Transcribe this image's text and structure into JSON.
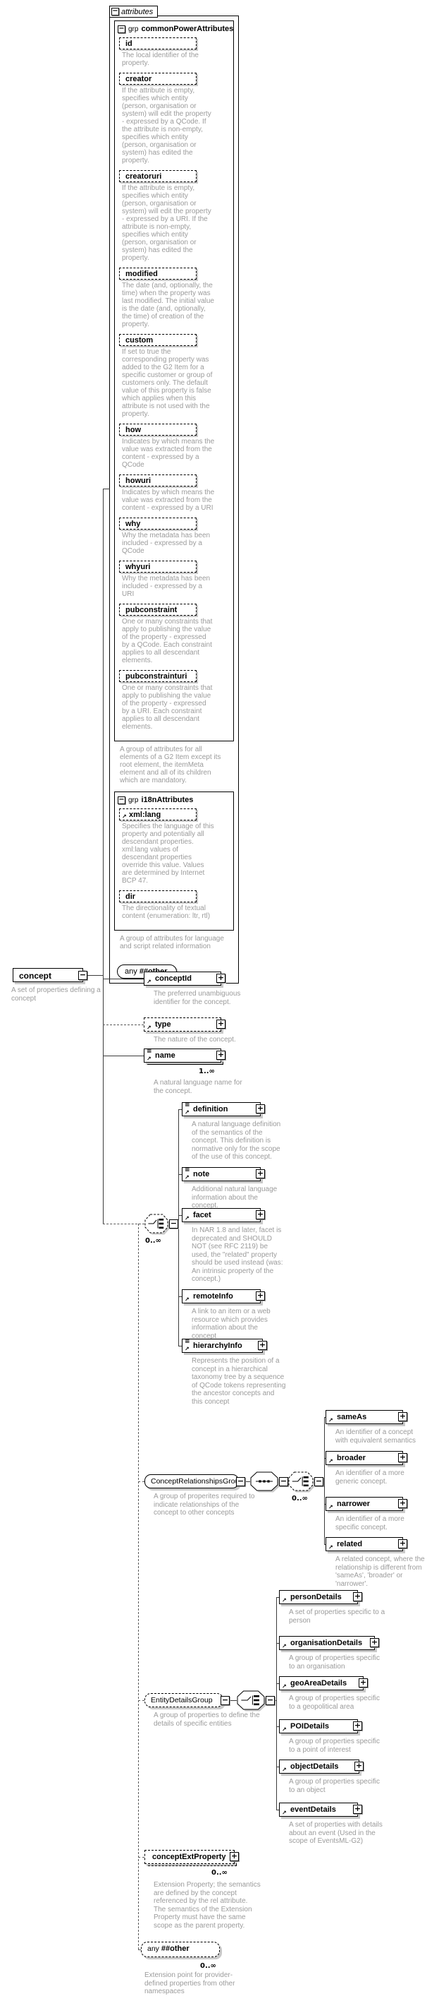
{
  "diagram": {
    "attributes_tab": "attributes",
    "grp_prefix": "grp",
    "any_prefix": "any",
    "any_other_top": "##other",
    "common_group": {
      "name": "commonPowerAttributes",
      "desc": "A group of attributes for all elements of a G2 Item except its root element, the itemMeta element and all of its children which are mandatory.",
      "attributes": [
        {
          "name": "id",
          "desc": "The local identifier of the property."
        },
        {
          "name": "creator",
          "desc": "If the attribute is empty, specifies which entity (person, organisation or system) will edit the property - expressed by a QCode. If the attribute is non-empty, specifies which entity (person, organisation or system) has edited the property."
        },
        {
          "name": "creatoruri",
          "desc": "If the attribute is empty, specifies which entity (person, organisation or system) will edit the property - expressed by a URI. If the attribute is non-empty, specifies which entity (person, organisation or system) has edited the property."
        },
        {
          "name": "modified",
          "desc": "The date (and, optionally, the time) when the property was last modified. The initial value is the date (and, optionally, the time) of creation of the property."
        },
        {
          "name": "custom",
          "desc": "If set to true the corresponding property was added to the G2 Item for a specific customer or group of customers only. The default value of this property is false which applies when this attribute is not used with the property."
        },
        {
          "name": "how",
          "desc": "Indicates by which means the value was extracted from the content - expressed by a QCode"
        },
        {
          "name": "howuri",
          "desc": "Indicates by which means the value was extracted from the content - expressed by a URI"
        },
        {
          "name": "why",
          "desc": "Why the metadata has been included - expressed by a QCode"
        },
        {
          "name": "whyuri",
          "desc": "Why the metadata has been included - expressed by a URI"
        },
        {
          "name": "pubconstraint",
          "desc": "One or many constraints that apply to publishing the value of the property - expressed by a QCode. Each constraint applies to all descendant elements."
        },
        {
          "name": "pubconstrainturi",
          "desc": "One or many constraints that apply to publishing the value of the property - expressed by a URI. Each constraint applies to all descendant elements."
        }
      ]
    },
    "i18n_group": {
      "name": "i18nAttributes",
      "desc": "A group of attributes for language and script related information",
      "attributes": [
        {
          "name": "xml:lang",
          "desc": "Specifies the language of this property and potentially all descendant properties. xml:lang values of descendant properties override this value. Values are determined by Internet BCP 47."
        },
        {
          "name": "dir",
          "desc": "The directionality of textual content (enumeration: ltr, rtl)"
        }
      ]
    },
    "root": {
      "label": "concept",
      "desc": "A set of properties defining a concept"
    },
    "compositors": {
      "choice1": {
        "card": "0..∞"
      },
      "crgChoice": {
        "card": "0..∞"
      }
    },
    "elements": {
      "conceptId": {
        "label": "conceptId",
        "desc": "The preferred unambiguous identifier for the concept."
      },
      "type": {
        "label": "type",
        "desc": "The nature of the concept."
      },
      "name": {
        "label": "name",
        "card": "1..∞",
        "desc": "A natural language name for the concept."
      },
      "definition": {
        "label": "definition",
        "desc": "A natural language definition of the semantics of the concept. This definition is normative only for the scope of the use of this concept."
      },
      "note": {
        "label": "note",
        "desc": "Additional natural language information about the concept."
      },
      "facet": {
        "label": "facet",
        "desc": "In NAR 1.8 and later, facet is deprecated and SHOULD NOT (see RFC 2119) be used, the \"related\" property should be used instead (was: An intrinsic property of the concept.)"
      },
      "remoteInfo": {
        "label": "remoteInfo",
        "desc": "A link to an item or a web resource which provides information about the concept"
      },
      "hierarchyInfo": {
        "label": "hierarchyInfo",
        "desc": "Represents the position of a concept in a hierarchical taxonomy tree by a sequence of QCode tokens representing the ancestor concepts and this concept"
      },
      "conceptRelationshipsGroup": {
        "label": "ConceptRelationshipsGroup",
        "desc": "A group of properites required to indicate relationships of the concept to other concepts"
      },
      "sameAs": {
        "label": "sameAs",
        "desc": "An identifier of a concept with equivalent semantics"
      },
      "broader": {
        "label": "broader",
        "desc": "An identifier of a more generic concept."
      },
      "narrower": {
        "label": "narrower",
        "desc": "An identifier of a more specific concept."
      },
      "related": {
        "label": "related",
        "desc": "A related concept, where the relationship is different from 'sameAs', 'broader' or 'narrower'."
      },
      "entityDetailsGroup": {
        "label": "EntityDetailsGroup",
        "desc": "A group of properties to define the details of specific entities"
      },
      "personDetails": {
        "label": "personDetails",
        "desc": "A set of properties specific to a person"
      },
      "organisationDetails": {
        "label": "organisationDetails",
        "desc": "A group of properties specific to an organisation"
      },
      "geoAreaDetails": {
        "label": "geoAreaDetails",
        "desc": "A group of properties specific to a geopolitical area"
      },
      "POIDetails": {
        "label": "POIDetails",
        "desc": "A group of properties specific to a point of interest"
      },
      "objectDetails": {
        "label": "objectDetails",
        "desc": "A group of properties specific to an object"
      },
      "eventDetails": {
        "label": "eventDetails",
        "desc": "A set of properties with details about an event (Used in the scope of EventsML-G2)"
      },
      "conceptExtProperty": {
        "label": "conceptExtProperty",
        "card": "0..∞",
        "desc": "Extension Property; the semantics are defined by the concept referenced by the rel attribute. The semantics of the Extension Property must have the same scope as the parent property."
      },
      "anyOtherBottom": {
        "label": "##other",
        "card": "0..∞",
        "desc": "Extension point for provider-defined properties from other namespaces"
      }
    }
  }
}
